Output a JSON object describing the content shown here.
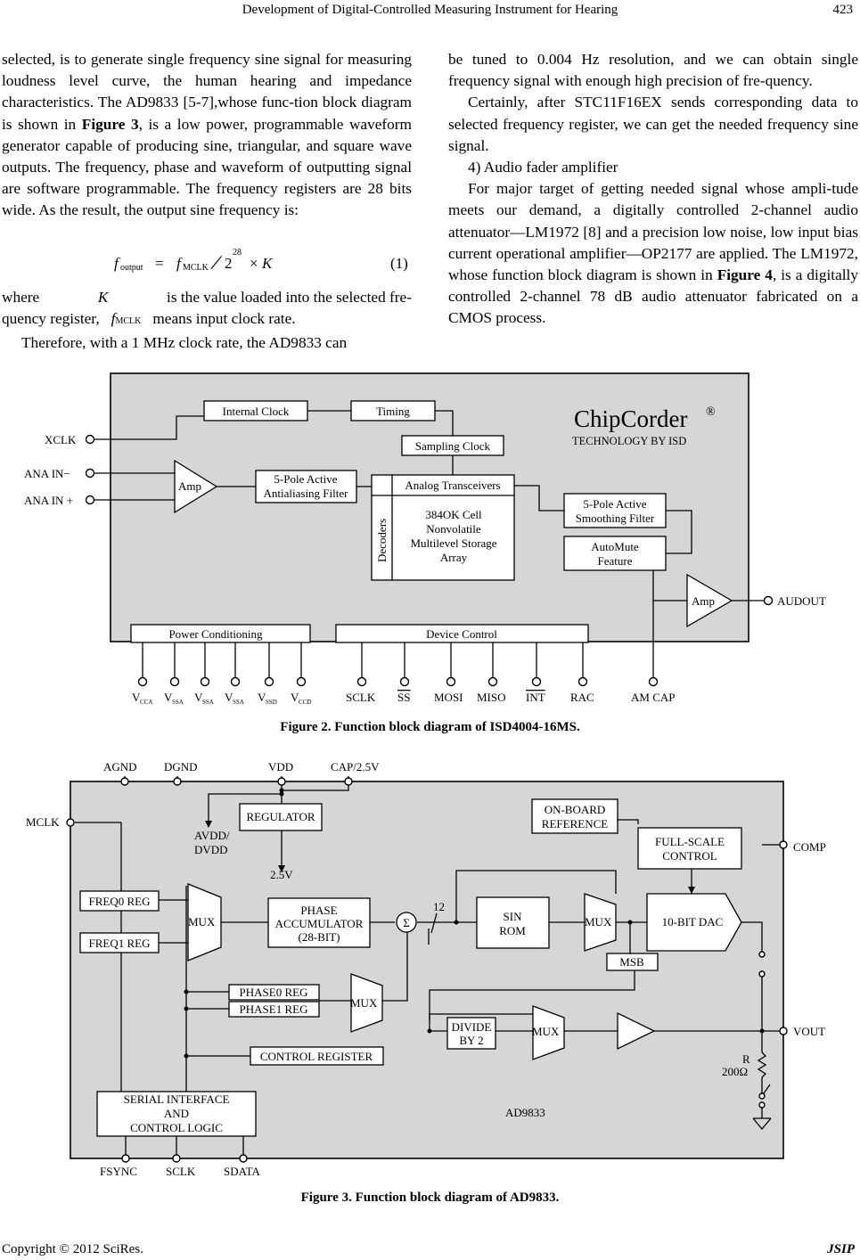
{
  "header": {
    "title": "Development of Digital-Controlled Measuring Instrument for Hearing",
    "page": "423"
  },
  "left_column": {
    "p1": "selected, is to generate single frequency sine signal for measuring loudness level curve, the human hearing and impedance characteristics. The AD9833 [5-7],whose func-tion block diagram is shown in ",
    "p1_ref": "Figure 3",
    "p1_rest": ", is a low power, programmable waveform generator capable of producing sine, triangular, and square wave outputs. The frequency, phase and waveform of outputting signal are software programmable. The frequency registers are 28 bits wide. As the result, the output sine frequency is:",
    "eq_f": "f",
    "eq_sub_out": "output",
    "eq_eq": "=",
    "eq_sub_mclk": "MCLK",
    "eq_two": "2",
    "eq_exp": "28",
    "eq_times": "×",
    "eq_k": "K",
    "eq_num": "(1)",
    "where_a": "where",
    "where_k": "K",
    "where_b": "is the value loaded into the selected fre-",
    "where_c": "quency register,",
    "where_d": "means input clock rate.",
    "p2": "Therefore, with a 1 MHz clock rate, the AD9833 can"
  },
  "right_column": {
    "p1": "be tuned to 0.004 Hz resolution, and we can obtain single frequency signal with enough high precision of fre-quency.",
    "p2": "Certainly, after STC11F16EX sends corresponding data to selected frequency register, we can get the needed frequency sine signal.",
    "heading": "4) Audio fader amplifier",
    "p3a": "For major target of getting needed signal whose ampli-tude meets our demand, a digitally controlled 2-channel audio attenuator—LM1972 [8] and a precision low noise, low input bias current operational amplifier—OP2177 are applied. The LM1972, whose function block diagram is shown in ",
    "p3_ref": "Figure 4",
    "p3b": ", is a digitally controlled 2-channel 78 dB audio attenuator fabricated on a CMOS process."
  },
  "figure2": {
    "caption": "Figure 2. Function block diagram of ISD4004-16MS.",
    "brand": "ChipCorder",
    "reg": "®",
    "tagline": "TECHNOLOGY BY ISD",
    "blocks": {
      "internal_clock": "Internal Clock",
      "timing": "Timing",
      "sampling_clock": "Sampling Clock",
      "amp_in": "Amp",
      "filter_in_1": "5-Pole Active",
      "filter_in_2": "Antialiasing Filter",
      "analog_trans": "Analog Transceivers",
      "decoders": "Decoders",
      "array_1": "384OK Cell",
      "array_2": "Nonvolatile",
      "array_3": "Multilevel Storage",
      "array_4": "Array",
      "smooth_1": "5-Pole Active",
      "smooth_2": "Smoothing Filter",
      "automute_1": "AutoMute",
      "automute_2": "Feature",
      "amp_out": "Amp",
      "power": "Power Conditioning",
      "device": "Device Control"
    },
    "pins_left": [
      "XCLK",
      "ANA IN−",
      "ANA IN +"
    ],
    "pin_right": "AUDOUT",
    "bottom_pins_v": [
      {
        "v": "V",
        "sub": "CCA"
      },
      {
        "v": "V",
        "sub": "SSA"
      },
      {
        "v": "V",
        "sub": "SSA"
      },
      {
        "v": "V",
        "sub": "SSA"
      },
      {
        "v": "V",
        "sub": "SSD"
      },
      {
        "v": "V",
        "sub": "CCD"
      }
    ],
    "bottom_pins": [
      "SCLK",
      "SS",
      "MOSI",
      "MISO",
      "INT",
      "RAC",
      "AM CAP"
    ]
  },
  "figure3": {
    "caption": "Figure 3. Function block diagram of AD9833.",
    "top_pins": [
      "AGND",
      "DGND",
      "VDD",
      "CAP/2.5V"
    ],
    "mclk": "MCLK",
    "regulator": "REGULATOR",
    "avdd_1": "AVDD/",
    "avdd_2": "DVDD",
    "v25": "2.5V",
    "onboard_1": "ON-BOARD",
    "onboard_2": "REFERENCE",
    "fullscale_1": "FULL-SCALE",
    "fullscale_2": "CONTROL",
    "comp": "COMP",
    "freq0": "FREQ0 REG",
    "freq1": "FREQ1 REG",
    "mux": "MUX",
    "phase_acc_1": "PHASE",
    "phase_acc_2": "ACCUMULATOR",
    "phase_acc_3": "(28-BIT)",
    "sigma": "Σ",
    "bits": "12",
    "sinrom_1": "SIN",
    "sinrom_2": "ROM",
    "dac": "10-BIT  DAC",
    "msb": "MSB",
    "phase0": "PHASE0 REG",
    "phase1": "PHASE1 REG",
    "divide_1": "DIVIDE",
    "divide_2": "BY 2",
    "vout": "VOUT",
    "control_reg": "CONTROL REGISTER",
    "r": "R",
    "r_val": "200Ω",
    "serial_1": "SERIAL INTERFACE",
    "serial_2": "AND",
    "serial_3": "CONTROL LOGIC",
    "chip": "AD9833",
    "bottom_pins": [
      "FSYNC",
      "SCLK",
      "SDATA"
    ]
  },
  "footer": {
    "copyright": "Copyright © 2012 SciRes.",
    "journal": "JSIP"
  }
}
